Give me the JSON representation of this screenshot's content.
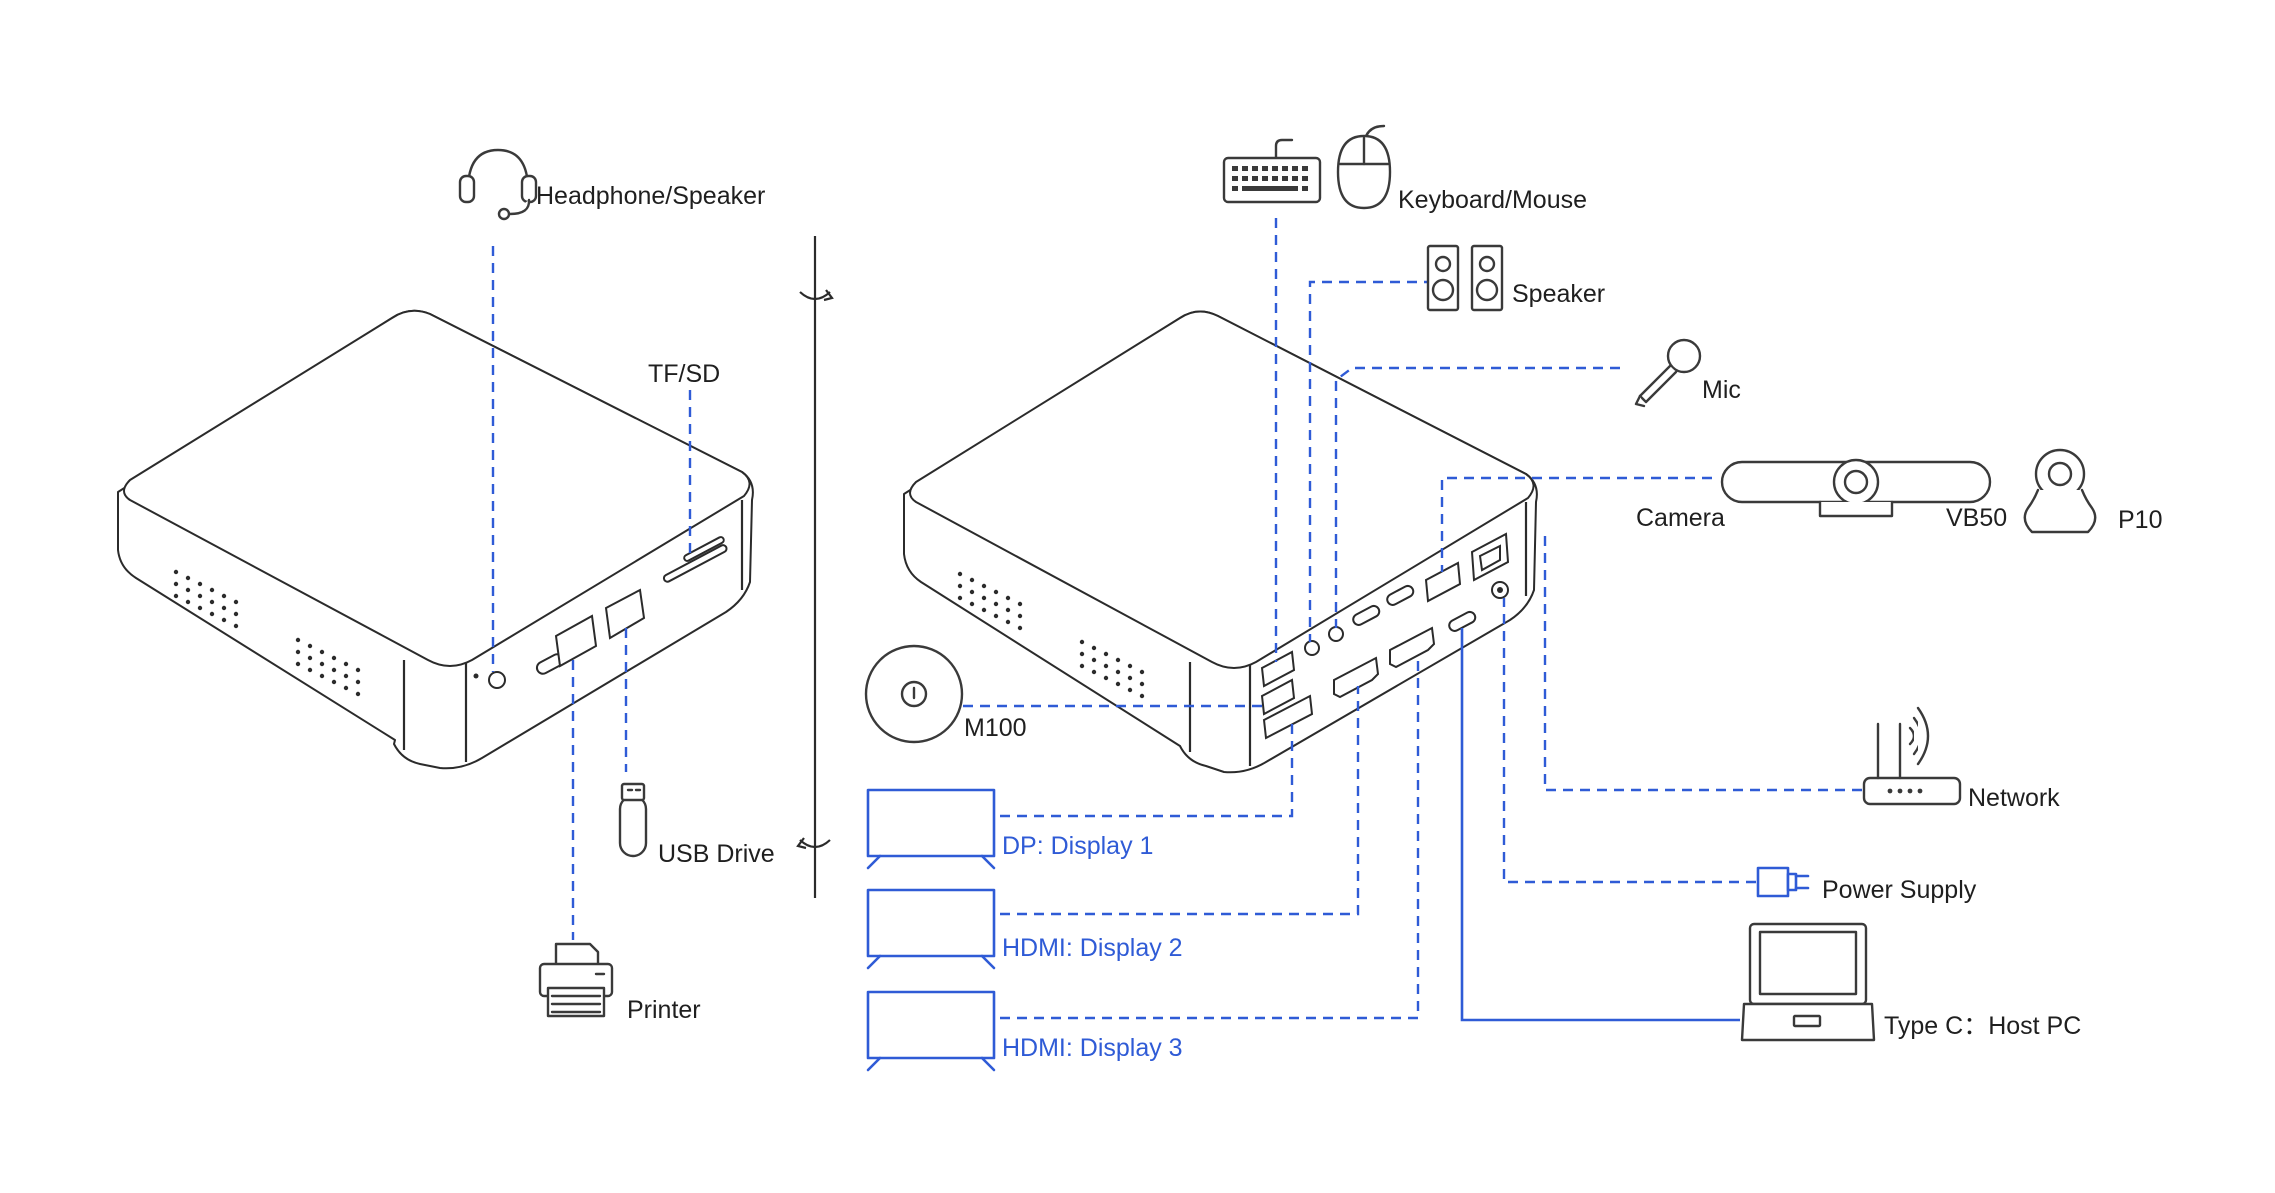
{
  "labels": {
    "headphone": "Headphone/Speaker",
    "tfsd": "TF/SD",
    "usb_drive": "USB Drive",
    "printer": "Printer",
    "keyboard_mouse": "Keyboard/Mouse",
    "speaker": "Speaker",
    "mic": "Mic",
    "camera": "Camera",
    "vb50": "VB50",
    "p10": "P10",
    "m100": "M100",
    "network": "Network",
    "power_supply": "Power Supply",
    "host_pc": "Type C：Host PC",
    "display1": "DP: Display 1",
    "display2": "HDMI: Display 2",
    "display3": "HDMI: Display 3"
  },
  "colors": {
    "accent": "#2f5bd6",
    "text": "#1f1f1f",
    "outline": "#2b2b2b"
  }
}
